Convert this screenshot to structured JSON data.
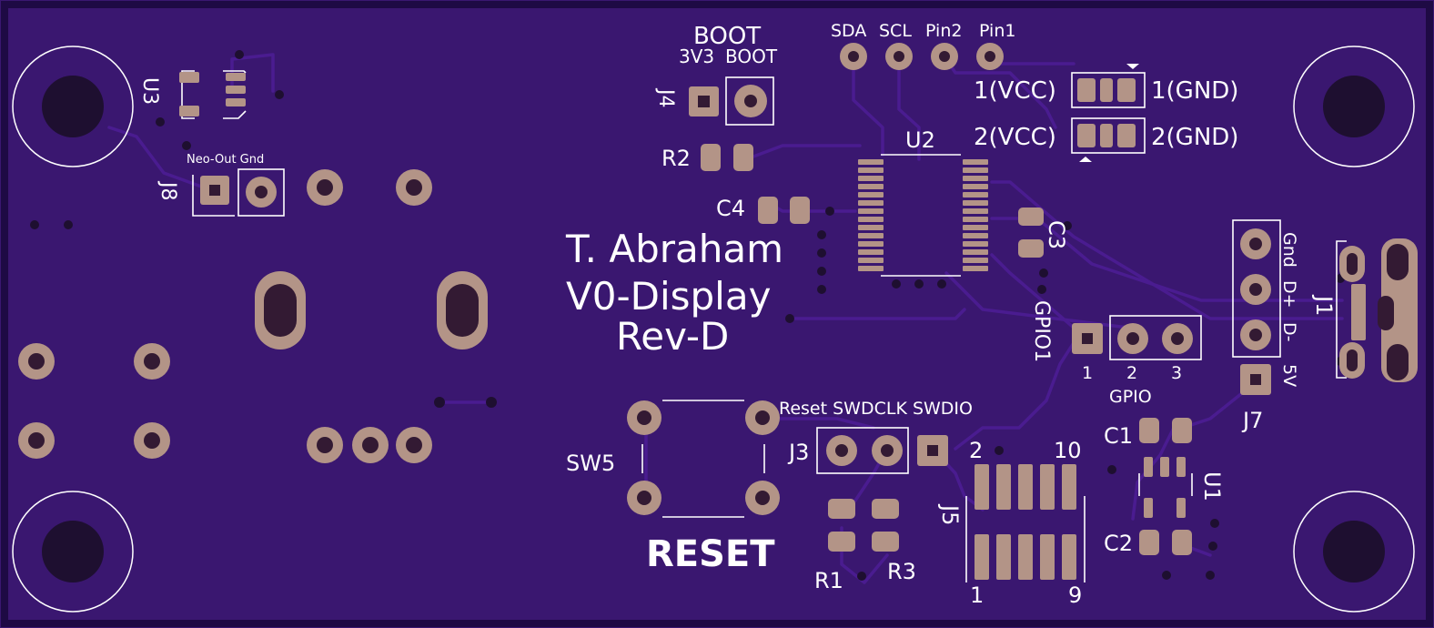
{
  "board": {
    "colors": {
      "soldermask": "#3a1770",
      "edge": "#1e0a44",
      "trace": "#4a1c90",
      "copper": "#b39487",
      "silkscreen": "#ffffff",
      "drill": "#331a33"
    },
    "title": {
      "line1": "T. Abraham",
      "line2": "V0-Display",
      "line3": "Rev-D"
    },
    "boot": {
      "title": "BOOT",
      "pin_left": "3V3",
      "pin_right": "BOOT",
      "ref": "J4"
    },
    "i2c_pins": [
      "SDA",
      "SCL",
      "Pin2",
      "Pin1"
    ],
    "jumpers": {
      "row1_left": "1(VCC)",
      "row1_right": "1(GND)",
      "row2_left": "2(VCC)",
      "row2_right": "2(GND)"
    },
    "refs": {
      "u2": "U2",
      "u3": "U3",
      "u1": "U1",
      "r1": "R1",
      "r2": "R2",
      "r3": "R3",
      "c1": "C1",
      "c2": "C2",
      "c3": "C3",
      "c4": "C4",
      "j1": "J1",
      "j3": "J3",
      "j5": "J5",
      "j7": "J7",
      "j8": "J8",
      "sw5": "SW5"
    },
    "neo": {
      "label": "Neo-Out Gnd"
    },
    "gpio": {
      "ref": "GPIO1",
      "title": "GPIO",
      "pins": [
        "1",
        "2",
        "3"
      ]
    },
    "usb": {
      "pins": [
        "Gnd",
        "D+",
        "D-",
        "5V"
      ]
    },
    "swd": {
      "label": "Reset SWDCLK SWDIO"
    },
    "reset": {
      "label": "RESET"
    },
    "j5_pins": {
      "top_left": "2",
      "top_right": "10",
      "bottom_left": "1",
      "bottom_right": "9"
    }
  }
}
